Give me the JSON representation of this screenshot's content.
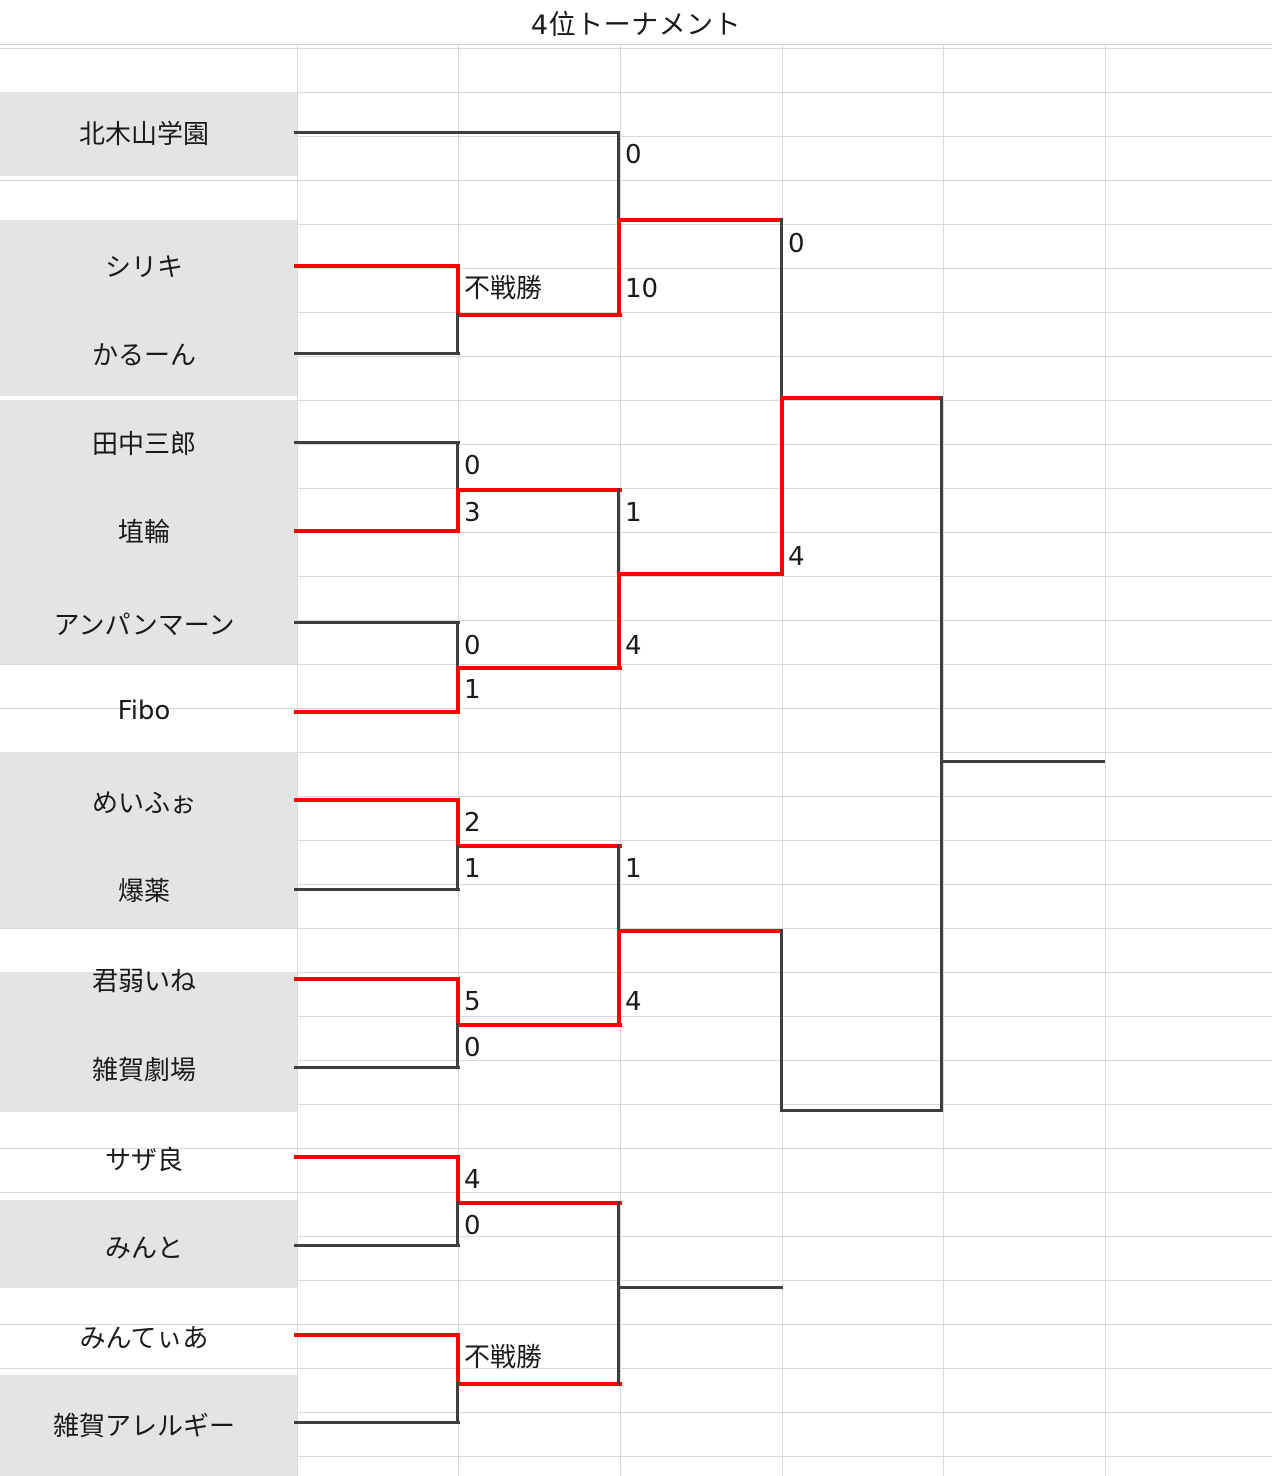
{
  "title": "4位トーナメント",
  "labels": {
    "bye": "不戦勝"
  },
  "colors": {
    "winner_line": "#ff0000",
    "loser_line": "#3f3f3f",
    "grid": "#d9d9d9",
    "band": "#e4e4e4",
    "text": "#1a1a1a"
  },
  "teams": [
    {
      "name": "北木山学園",
      "shaded": true
    },
    {
      "name": "シリキ",
      "shaded": true
    },
    {
      "name": "かるーん",
      "shaded": true
    },
    {
      "name": "田中三郎",
      "shaded": true
    },
    {
      "name": "埴輪",
      "shaded": true
    },
    {
      "name": "アンパンマーン",
      "shaded": true
    },
    {
      "name": "Fibo",
      "shaded": false
    },
    {
      "name": "めいふぉ",
      "shaded": true
    },
    {
      "name": "爆薬",
      "shaded": true
    },
    {
      "name": "君弱いね",
      "shaded": false
    },
    {
      "name": "雑賀劇場",
      "shaded": true
    },
    {
      "name": "サザ良",
      "shaded": false
    },
    {
      "name": "みんと",
      "shaded": true
    },
    {
      "name": "みんてぃあ",
      "shaded": false
    },
    {
      "name": "雑賀アレルギー",
      "shaded": true
    }
  ],
  "scores": {
    "r1_shiriki_karuun": "不戦勝",
    "r1_tanaka": "0",
    "r1_haniwa": "3",
    "r1_anpan": "0",
    "r1_fibo": "1",
    "r1_meifo": "2",
    "r1_bakuyaku": "1",
    "r1_kimiyowai": "5",
    "r1_saigagekijo": "0",
    "r1_sazara": "4",
    "r1_minto": "0",
    "r1_minteia": "不戦勝",
    "r2_kitakiyama": "0",
    "r2_shiriki": "10",
    "r2_haniwa": "1",
    "r2_fibo": "4",
    "r2_meifo": "1",
    "r2_kimiyowai": "4",
    "r3_shiriki": "0",
    "r3_fibo": "4"
  },
  "bracket": {
    "type": "single-elimination",
    "rounds": 4,
    "matches": [
      {
        "round": 1,
        "left": "シリキ",
        "right": "かるーん",
        "result": "不戦勝",
        "winner": "シリキ"
      },
      {
        "round": 1,
        "left": "田中三郎",
        "right": "埴輪",
        "score_left": "0",
        "score_right": "3",
        "winner": "埴輪"
      },
      {
        "round": 1,
        "left": "アンパンマーン",
        "right": "Fibo",
        "score_left": "0",
        "score_right": "1",
        "winner": "Fibo"
      },
      {
        "round": 1,
        "left": "めいふぉ",
        "right": "爆薬",
        "score_left": "2",
        "score_right": "1",
        "winner": "めいふぉ"
      },
      {
        "round": 1,
        "left": "君弱いね",
        "right": "雑賀劇場",
        "score_left": "5",
        "score_right": "0",
        "winner": "君弱いね"
      },
      {
        "round": 1,
        "left": "サザ良",
        "right": "みんと",
        "score_left": "4",
        "score_right": "0",
        "winner": "サザ良"
      },
      {
        "round": 1,
        "left": "みんてぃあ",
        "right": "雑賀アレルギー",
        "result": "不戦勝",
        "winner": "みんてぃあ"
      },
      {
        "round": 2,
        "left": "北木山学園",
        "right": "シリキ",
        "score_left": "0",
        "score_right": "10",
        "winner": "シリキ"
      },
      {
        "round": 2,
        "left": "埴輪",
        "right": "Fibo",
        "score_left": "1",
        "score_right": "4",
        "winner": "Fibo"
      },
      {
        "round": 2,
        "left": "めいふぉ",
        "right": "君弱いね",
        "score_left": "1",
        "score_right": "4",
        "winner": "君弱いね"
      },
      {
        "round": 2,
        "left": "サザ良",
        "right": "みんてぃあ",
        "winner": null
      },
      {
        "round": 3,
        "left": "シリキ",
        "right": "Fibo",
        "score_left": "0",
        "score_right": "4",
        "winner": "Fibo"
      },
      {
        "round": 3,
        "left": "君弱いね",
        "right": "サザ良/みんてぃあ",
        "winner": null
      },
      {
        "round": 4,
        "left": "Fibo",
        "right": "winner-lower",
        "winner": null
      }
    ]
  }
}
